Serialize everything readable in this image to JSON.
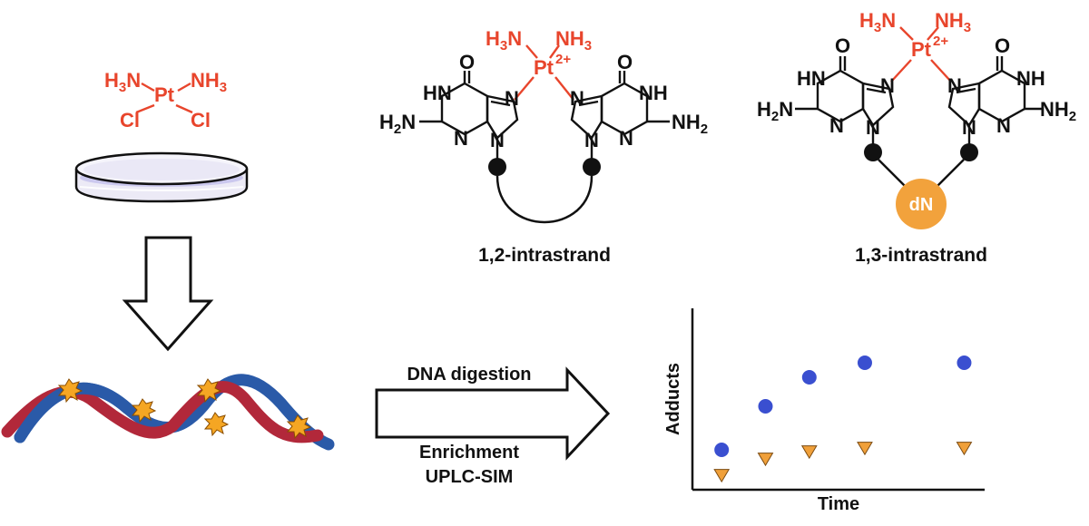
{
  "colors": {
    "platinum_red": "#e8452c",
    "structure_black": "#111111",
    "linker_orange": "#f2a23c",
    "strand_red": "#b2283a",
    "strand_blue": "#2a5aa8",
    "adduct_star": "#f5a623",
    "series_circle": "#3a4fd0",
    "series_triangle": "#f0a03a"
  },
  "cisplatin": {
    "h3n": "H3N",
    "nh3": "NH3",
    "pt": "Pt",
    "cl_left": "Cl",
    "cl_right": "Cl"
  },
  "adduct_12": {
    "h3n": "H3N",
    "nh3": "NH3",
    "pt": "Pt",
    "charge": "2+",
    "caption": "1,2-intrastrand"
  },
  "adduct_13": {
    "h3n": "H3N",
    "nh3": "NH3",
    "pt": "Pt",
    "charge": "2+",
    "linker": "dN",
    "caption": "1,3-intrastrand"
  },
  "guanine": {
    "o": "O",
    "hn": "HN",
    "nh": "NH",
    "n": "N",
    "h2n": "H2N",
    "nh2": "NH2"
  },
  "workflow": {
    "step1": "DNA digestion",
    "step2": "Enrichment",
    "step3": "UPLC-SIM"
  },
  "chart_data": {
    "type": "scatter",
    "xlabel": "Time",
    "ylabel": "Adducts",
    "xlim": [
      0,
      10
    ],
    "ylim": [
      0,
      10
    ],
    "grid": false,
    "series": [
      {
        "marker": "circle",
        "color": "#3a4fd0",
        "x": [
          1,
          2.5,
          4,
          5.9,
          9.3
        ],
        "y": [
          2.2,
          4.6,
          6.2,
          7.0,
          7.0
        ]
      },
      {
        "marker": "triangle",
        "color": "#f0a03a",
        "x": [
          1,
          2.5,
          4,
          5.9,
          9.3
        ],
        "y": [
          0.8,
          1.7,
          2.1,
          2.3,
          2.3
        ]
      }
    ]
  }
}
